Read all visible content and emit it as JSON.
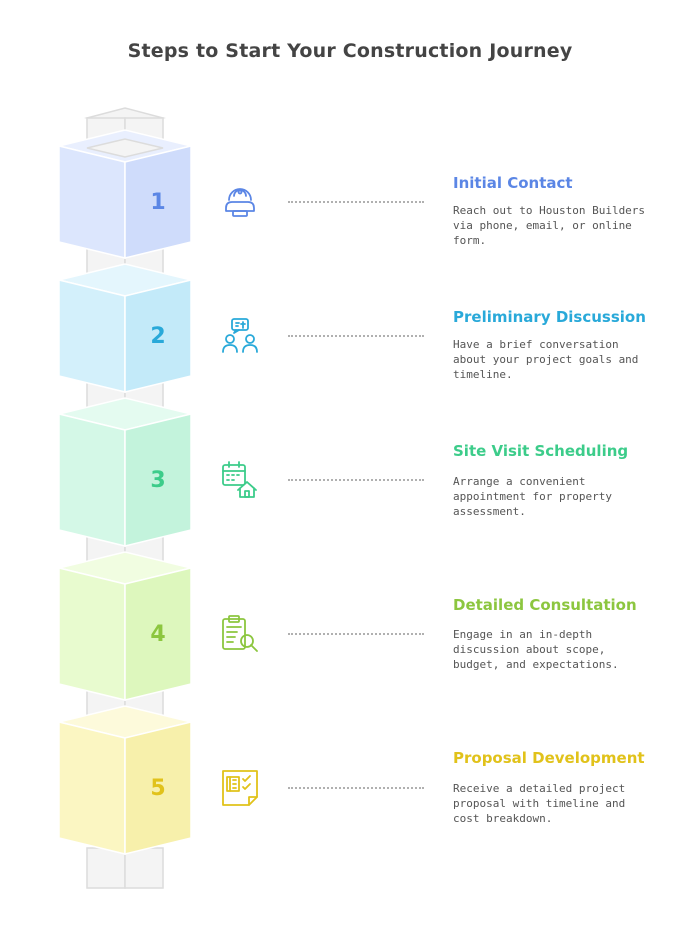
{
  "title": "Steps to Start Your Construction Journey",
  "steps": [
    {
      "number": "1",
      "title": "Initial Contact",
      "description": "Reach out to Houston Builders via phone, email, or online form.",
      "color": "#5b86e5",
      "fill": "#dce6fd",
      "icon": "contact-headset-icon"
    },
    {
      "number": "2",
      "title": "Preliminary Discussion",
      "description": "Have a brief conversation about your project goals and timeline.",
      "color": "#29a9d9",
      "fill": "#d3f0fb",
      "icon": "discussion-people-icon"
    },
    {
      "number": "3",
      "title": "Site Visit Scheduling",
      "description": "Arrange a convenient appointment for property assessment.",
      "color": "#3ccc8a",
      "fill": "#d4f8e7",
      "icon": "calendar-house-icon"
    },
    {
      "number": "4",
      "title": "Detailed Consultation",
      "description": "Engage in an in-depth discussion about scope, budget, and expectations.",
      "color": "#8cc63f",
      "fill": "#e8fbcf",
      "icon": "clipboard-search-icon"
    },
    {
      "number": "5",
      "title": "Proposal Development",
      "description": "Receive a detailed project proposal with timeline and cost breakdown.",
      "color": "#e1c21a",
      "fill": "#fbf6c2",
      "icon": "proposal-document-icon"
    }
  ]
}
